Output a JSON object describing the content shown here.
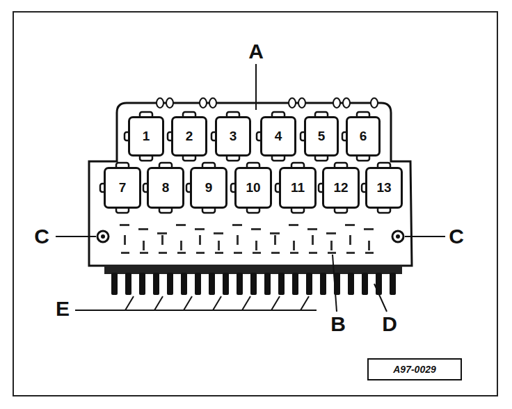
{
  "diagram": {
    "nodes": [
      {
        "text": [
          "1"
        ]
      },
      {
        "text": [
          "2"
        ]
      },
      {
        "text": [
          "3"
        ]
      },
      {
        "text": [
          "4"
        ]
      },
      {
        "text": [
          "5"
        ]
      },
      {
        "text": [
          "6"
        ]
      },
      {
        "text": [
          "7"
        ]
      },
      {
        "text": [
          "8"
        ]
      },
      {
        "text": [
          "9"
        ]
      },
      {
        "text": [
          "10"
        ]
      },
      {
        "text": [
          "11"
        ]
      },
      {
        "text": [
          "12"
        ]
      },
      {
        "text": [
          "13"
        ]
      },
      {
        "text": [
          "A97-0029"
        ]
      }
    ],
    "labels": [
      "A",
      "C",
      "C",
      "B",
      "D",
      "E"
    ]
  }
}
